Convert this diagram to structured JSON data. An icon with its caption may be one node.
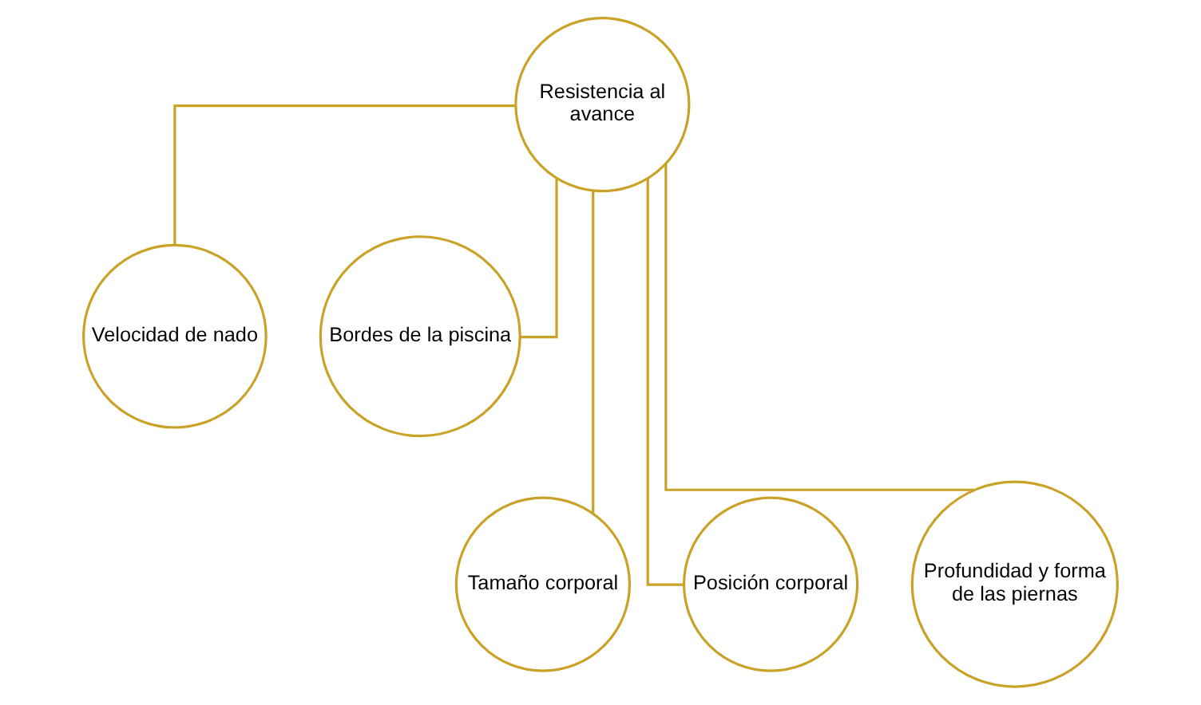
{
  "diagram": {
    "nodes": [
      {
        "text": [
          "Resistencia al avance"
        ]
      },
      {
        "text": [
          "Velocidad de nado"
        ]
      },
      {
        "text": [
          "Bordes de la piscina"
        ]
      },
      {
        "text": [
          "Tamaño corporal"
        ]
      },
      {
        "text": [
          "Posición corporal"
        ]
      },
      {
        "text": [
          "Profundidad y forma de las piernas"
        ]
      }
    ],
    "edges": [
      {
        "from": 0,
        "to": 1,
        "arrow": "none"
      },
      {
        "from": 0,
        "to": 2,
        "arrow": "none"
      },
      {
        "from": 0,
        "to": 3,
        "arrow": "none"
      },
      {
        "from": 0,
        "to": 4,
        "arrow": "none"
      },
      {
        "from": 0,
        "to": 5,
        "arrow": "none"
      }
    ]
  }
}
